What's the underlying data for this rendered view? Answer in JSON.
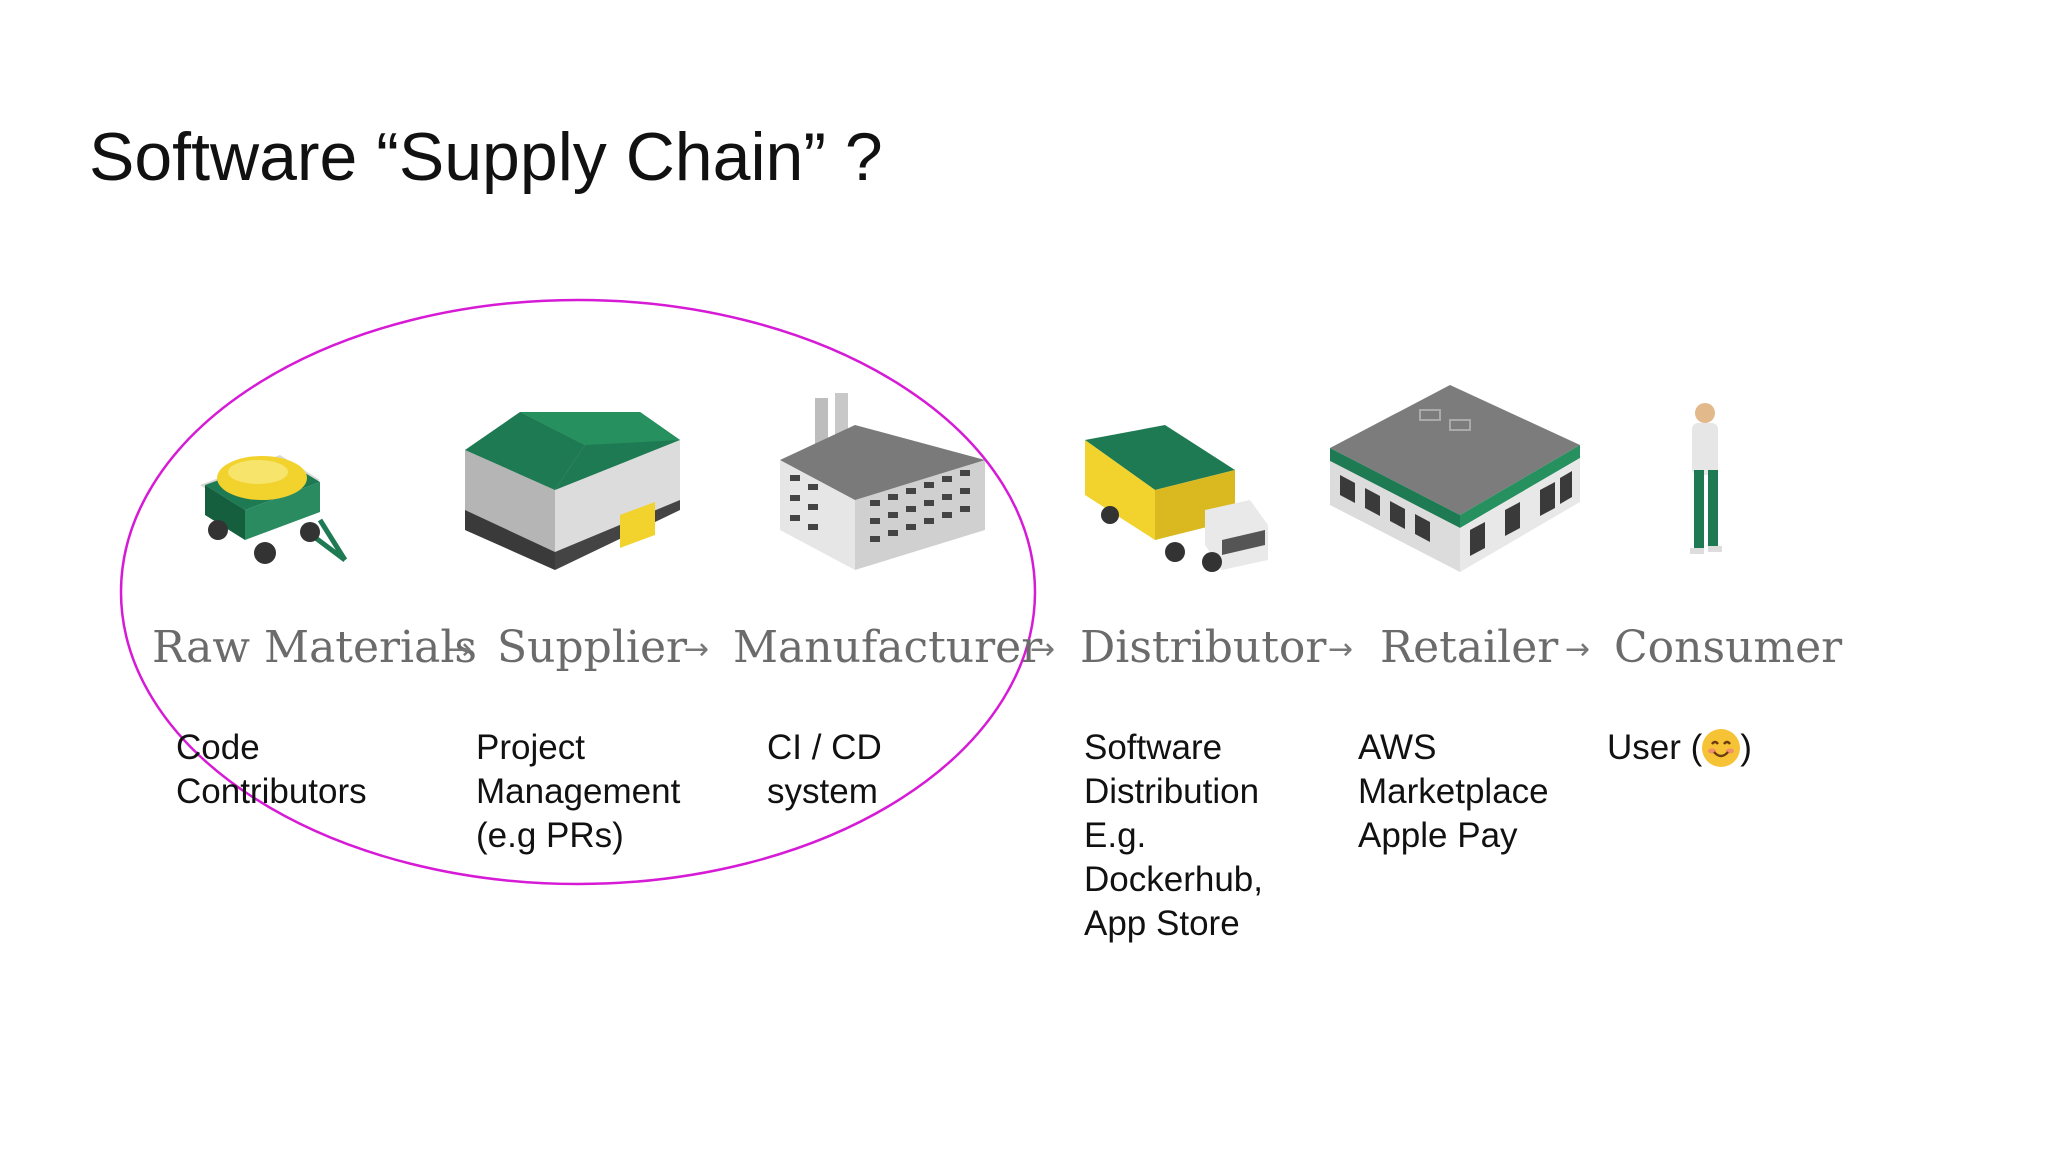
{
  "title": "Software “Supply Chain” ?",
  "stages": [
    {
      "label": "Raw Materials",
      "icon": "trailer-icon",
      "desc": [
        "Code",
        "Contributors"
      ]
    },
    {
      "label": "Supplier",
      "icon": "warehouse-icon",
      "desc": [
        "Project",
        "Management",
        "(e.g PRs)"
      ]
    },
    {
      "label": "Manufacturer",
      "icon": "factory-icon",
      "desc": [
        "CI / CD",
        "system"
      ]
    },
    {
      "label": "Distributor",
      "icon": "truck-icon",
      "desc": [
        "Software",
        "Distribution",
        "E.g.",
        "Dockerhub,",
        "App Store"
      ]
    },
    {
      "label": "Retailer",
      "icon": "store-icon",
      "desc": [
        "AWS",
        "Marketplace",
        "Apple Pay"
      ]
    },
    {
      "label": "Consumer",
      "icon": "person-icon",
      "desc": [
        "User (",
        ")"
      ]
    }
  ],
  "arrow_glyph": "→",
  "colors": {
    "green": "#1e7a52",
    "green_dark": "#155e3e",
    "yellow": "#f2d22c",
    "highlight_ellipse": "#d61ad6"
  }
}
